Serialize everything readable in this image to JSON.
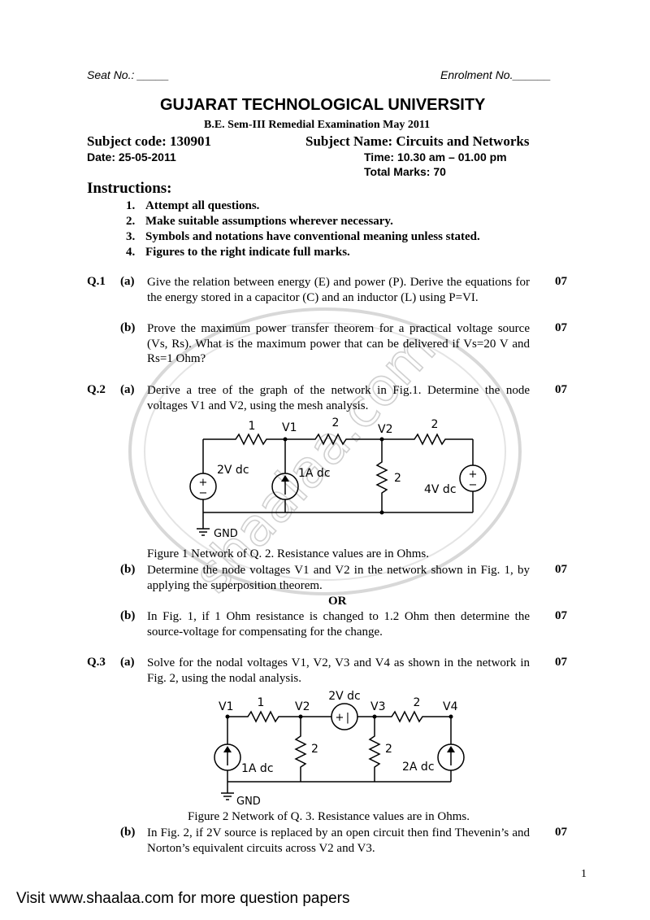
{
  "header": {
    "seat_no": "Seat No.: _____",
    "enrolment_no": "Enrolment No.______",
    "university": "GUJARAT TECHNOLOGICAL  UNIVERSITY",
    "exam_line": "B.E. Sem-III   Remedial Examination May 2011",
    "subject_code": "Subject code: 130901",
    "subject_name": "Subject Name: Circuits and Networks",
    "date": "Date:   25-05-2011",
    "time": "Time: 10.30 am – 01.00 pm",
    "total_marks": "Total Marks: 70"
  },
  "instructions": {
    "title": "Instructions:",
    "items": [
      {
        "num": "1.",
        "text": "Attempt all questions."
      },
      {
        "num": "2.",
        "text": "Make suitable assumptions wherever necessary."
      },
      {
        "num": "3.",
        "text": "Symbols and notations have conventional meaning unless stated."
      },
      {
        "num": "4.",
        "text": "Figures to the right indicate full marks."
      }
    ]
  },
  "questions": {
    "q1": {
      "label": "Q.1",
      "a": {
        "label": "(a)",
        "text": "Give the relation between energy (E) and power (P). Derive the equations for the energy stored in a capacitor (C) and an inductor (L) using P=VI.",
        "marks": "07"
      },
      "b": {
        "label": "(b)",
        "text": "Prove the maximum power transfer theorem for a practical voltage source (Vs, Rs). What is the maximum power that can be delivered if Vs=20 V and Rs=1 Ohm?",
        "marks": "07"
      }
    },
    "q2": {
      "label": "Q.2",
      "a": {
        "label": "(a)",
        "text": "Derive a tree of the graph of the network in Fig.1. Determine the node voltages V1 and V2, using the mesh analysis.",
        "marks": "07"
      },
      "figure_caption": "Figure 1 Network of Q. 2. Resistance values are in Ohms.",
      "b": {
        "label": "(b)",
        "text": "Determine the node voltages V1 and V2 in the network shown in Fig. 1, by applying the superposition theorem.",
        "marks": "07"
      },
      "or": "OR",
      "b_alt": {
        "label": "(b)",
        "text": "In Fig. 1, if 1 Ohm resistance is changed to 1.2 Ohm then determine the source-voltage for compensating for the change.",
        "marks": "07"
      }
    },
    "q3": {
      "label": "Q.3",
      "a": {
        "label": "(a)",
        "text": "Solve for the nodal voltages V1, V2, V3 and V4 as shown in the network in Fig. 2, using the nodal analysis.",
        "marks": "07"
      },
      "figure_caption": "Figure 2 Network of Q. 3. Resistance values are in Ohms.",
      "b": {
        "label": "(b)",
        "text": "In Fig. 2, if 2V source is replaced by an open circuit then find Thevenin’s and Norton’s equivalent circuits across V2 and V3.",
        "marks": "07"
      }
    }
  },
  "figure1": {
    "r1": "1",
    "r2": "2",
    "r3": "2",
    "r4": "2",
    "v1": "V1",
    "v2": "V2",
    "src_2v": "2V dc",
    "src_1a": "1A dc",
    "src_4v": "4V dc",
    "gnd": "GND",
    "plus": "+",
    "minus": "−"
  },
  "figure2": {
    "v1": "V1",
    "v2": "V2",
    "v3": "V3",
    "v4": "V4",
    "r1": "1",
    "r2": "2",
    "r3": "2",
    "r4": "2",
    "src_2v": "2V dc",
    "src_1a": "1A dc",
    "src_2a": "2A dc",
    "gnd": "GND",
    "plus": "+"
  },
  "watermark": {
    "text": "shaalaa.com"
  },
  "page_number": "1",
  "footer": "Visit www.shaalaa.com for more question papers"
}
